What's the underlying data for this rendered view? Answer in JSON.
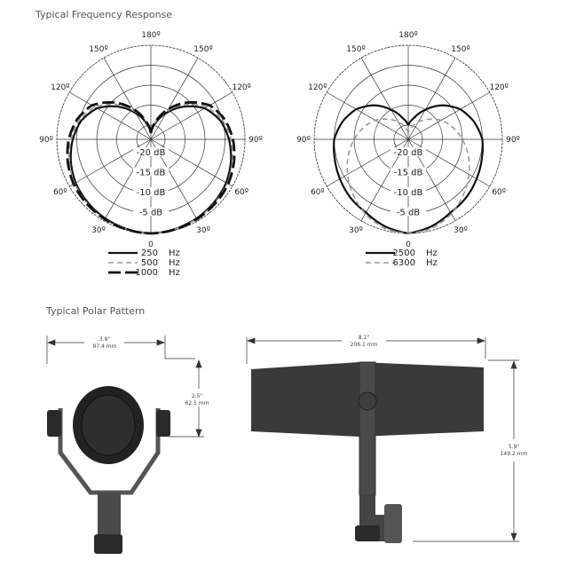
{
  "sections": {
    "frequency_title": "Typical Frequency Response",
    "polar_title": "Typical Polar Pattern"
  },
  "chart_data": [
    {
      "type": "polar",
      "angle_labels": [
        "0",
        "30º",
        "60º",
        "90º",
        "120º",
        "150º",
        "180º"
      ],
      "angles": [
        0,
        30,
        60,
        90,
        120,
        150,
        180
      ],
      "rings_db": [
        0,
        -5,
        -10,
        -15,
        -20
      ],
      "ring_labels": [
        "-5 dB",
        "-10 dB",
        "-15 dB",
        "-20 dB"
      ],
      "theta": [
        0,
        15,
        30,
        45,
        60,
        75,
        90,
        105,
        120,
        135,
        150,
        165,
        180
      ],
      "series": [
        {
          "name": "250 Hz",
          "label": "250",
          "unit": "Hz",
          "style": "solid",
          "color": "#111111",
          "values": [
            0,
            -0.3,
            -0.7,
            -1.2,
            -1.8,
            -2.8,
            -4,
            -5.5,
            -8,
            -12,
            -16,
            -19.5,
            -22
          ]
        },
        {
          "name": "500 Hz",
          "label": "500",
          "unit": "Hz",
          "style": "dashed",
          "color": "#999999",
          "values": [
            0,
            -0.3,
            -0.6,
            -1,
            -1.5,
            -2.4,
            -3.5,
            -5,
            -7.3,
            -11.2,
            -15.5,
            -19,
            -22
          ]
        },
        {
          "name": "1000 Hz",
          "label": "1000",
          "unit": "Hz",
          "style": "longdash",
          "color": "#111111",
          "values": [
            0,
            -0.2,
            -0.5,
            -0.8,
            -1.2,
            -2,
            -3,
            -4.4,
            -6.5,
            -10.5,
            -14.8,
            -19,
            -22
          ]
        }
      ]
    },
    {
      "type": "polar",
      "angle_labels": [
        "0",
        "30º",
        "60º",
        "90º",
        "120º",
        "150º",
        "180º"
      ],
      "angles": [
        0,
        30,
        60,
        90,
        120,
        150,
        180
      ],
      "rings_db": [
        0,
        -5,
        -10,
        -15,
        -20
      ],
      "ring_labels": [
        "-5 dB",
        "-10 dB",
        "-15 dB",
        "-20 dB"
      ],
      "theta": [
        0,
        15,
        30,
        45,
        60,
        75,
        90,
        105,
        120,
        135,
        150,
        165,
        180
      ],
      "series": [
        {
          "name": "2500 Hz",
          "label": "2500",
          "unit": "Hz",
          "style": "solid",
          "color": "#111111",
          "values": [
            0,
            -1,
            -2.4,
            -3,
            -3.8,
            -4.5,
            -5,
            -6.5,
            -8.5,
            -11.5,
            -15,
            -18,
            -20
          ]
        },
        {
          "name": "6300 Hz",
          "label": "6300",
          "unit": "Hz",
          "style": "dashed",
          "color": "#999999",
          "values": [
            0,
            -0.5,
            -2,
            -4,
            -6,
            -8,
            -10,
            -12,
            -14,
            -16.5,
            -18.5,
            -20.5,
            -22
          ]
        }
      ]
    }
  ],
  "dimensions": {
    "front_width": {
      "in": "3.8\"",
      "mm": "97.4 mm"
    },
    "front_height": {
      "in": "2.5\"",
      "mm": "62.5 mm"
    },
    "side_width": {
      "in": "8.1\"",
      "mm": "206.1 mm"
    },
    "side_height": {
      "in": "5.9\"",
      "mm": "149.2 mm"
    }
  }
}
